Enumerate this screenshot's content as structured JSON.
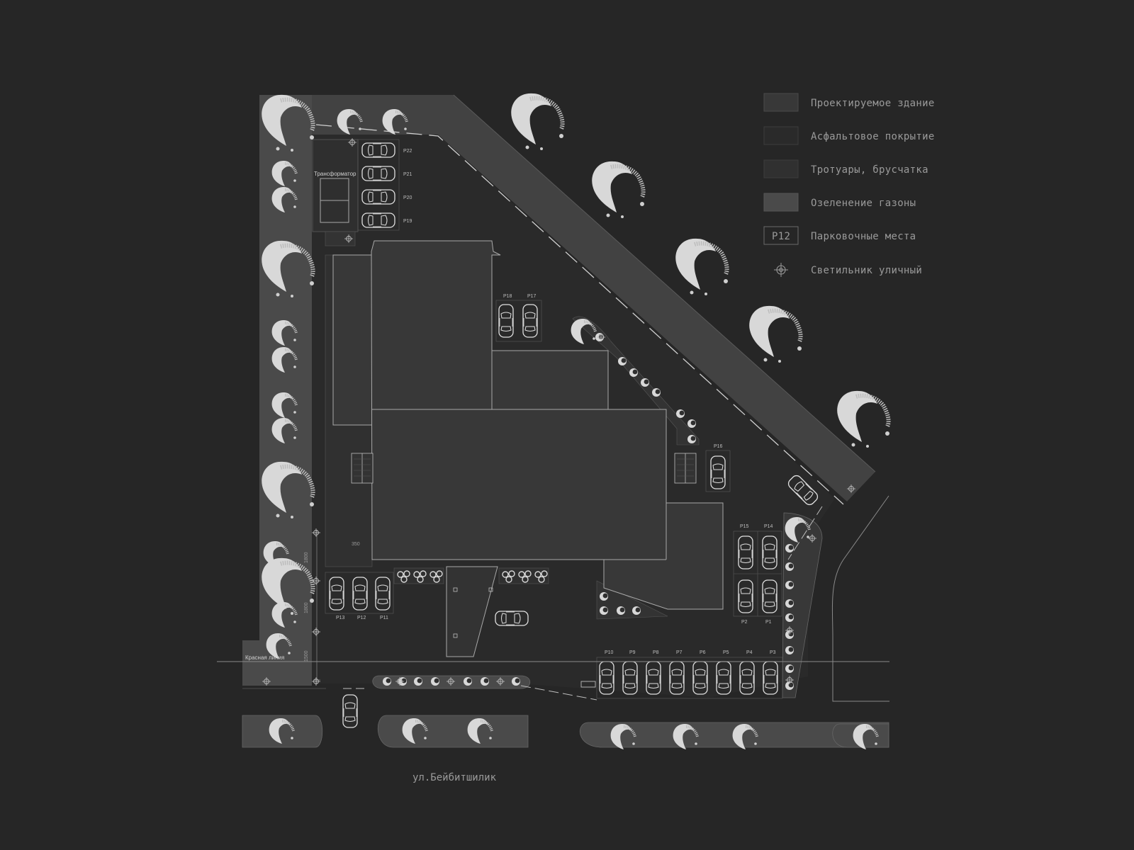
{
  "colors": {
    "background": "#262626",
    "building": "#383838",
    "asphalt": "#2a2a2a",
    "sidewalk": "#303030",
    "green": "#4a4a4a",
    "line": "#a8a8a8",
    "tree": "#d8d8d8"
  },
  "legend": [
    {
      "label": "Проектируемое здание",
      "swatch_text": "",
      "swatch": "building"
    },
    {
      "label": "Асфальтовое покрытие",
      "swatch_text": "",
      "swatch": "asphalt"
    },
    {
      "label": "Тротуары, брусчатка",
      "swatch_text": "",
      "swatch": "sidewalk"
    },
    {
      "label": "Озеленение газоны",
      "swatch_text": "",
      "swatch": "green"
    },
    {
      "label": "Парковочные места",
      "swatch_text": "P12",
      "swatch": "parking"
    },
    {
      "label": "Светильник уличный",
      "swatch_text": "",
      "swatch": "lamp"
    }
  ],
  "labels": {
    "transformer": "Трансформатор",
    "red_line": "Красная линия",
    "street": "ул.Бейбитшилик",
    "dim_350": "350",
    "dim_a": "1800",
    "dim_b": "1800",
    "dim_c": "1500"
  },
  "parking": {
    "p22": "P22",
    "p21": "P21",
    "p20": "P20",
    "p19": "P19",
    "p18": "P18",
    "p17": "P17",
    "p16": "P16",
    "p15": "P15",
    "p14": "P14",
    "p2": "P2",
    "p1": "P1",
    "p13": "P13",
    "p12": "P12",
    "p11": "P11",
    "p10": "P10",
    "p9": "P9",
    "p8": "P8",
    "p7": "P7",
    "p6": "P6",
    "p5": "P5",
    "p4": "P4",
    "p3": "P3"
  }
}
